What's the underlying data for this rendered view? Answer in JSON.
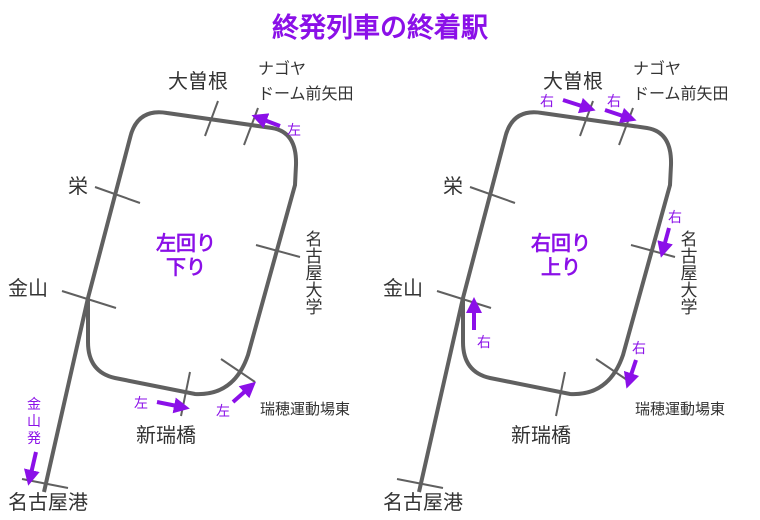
{
  "title": "終発列車の終着駅",
  "colors": {
    "accent": "#8b10e8",
    "track": "#606060",
    "station_text": "#333333"
  },
  "stations": {
    "ozone": "大曽根",
    "nagoya_dome_l1": "ナゴヤ",
    "nagoya_dome_l2": "ドーム前矢田",
    "sakae": "栄",
    "kanayama": "金山",
    "meidai": [
      "名",
      "古",
      "屋",
      "大",
      "学"
    ],
    "mizuho": "瑞穂運動場東",
    "shin_mizuhashi": "新瑞橋",
    "nagoyako": "名古屋港"
  },
  "left_diagram": {
    "center_line1": "左回り",
    "center_line2": "下り",
    "arrow_label": "左",
    "branch_label": [
      "金",
      "山",
      "発"
    ]
  },
  "right_diagram": {
    "center_line1": "右回り",
    "center_line2": "上り",
    "arrow_label": "右"
  }
}
